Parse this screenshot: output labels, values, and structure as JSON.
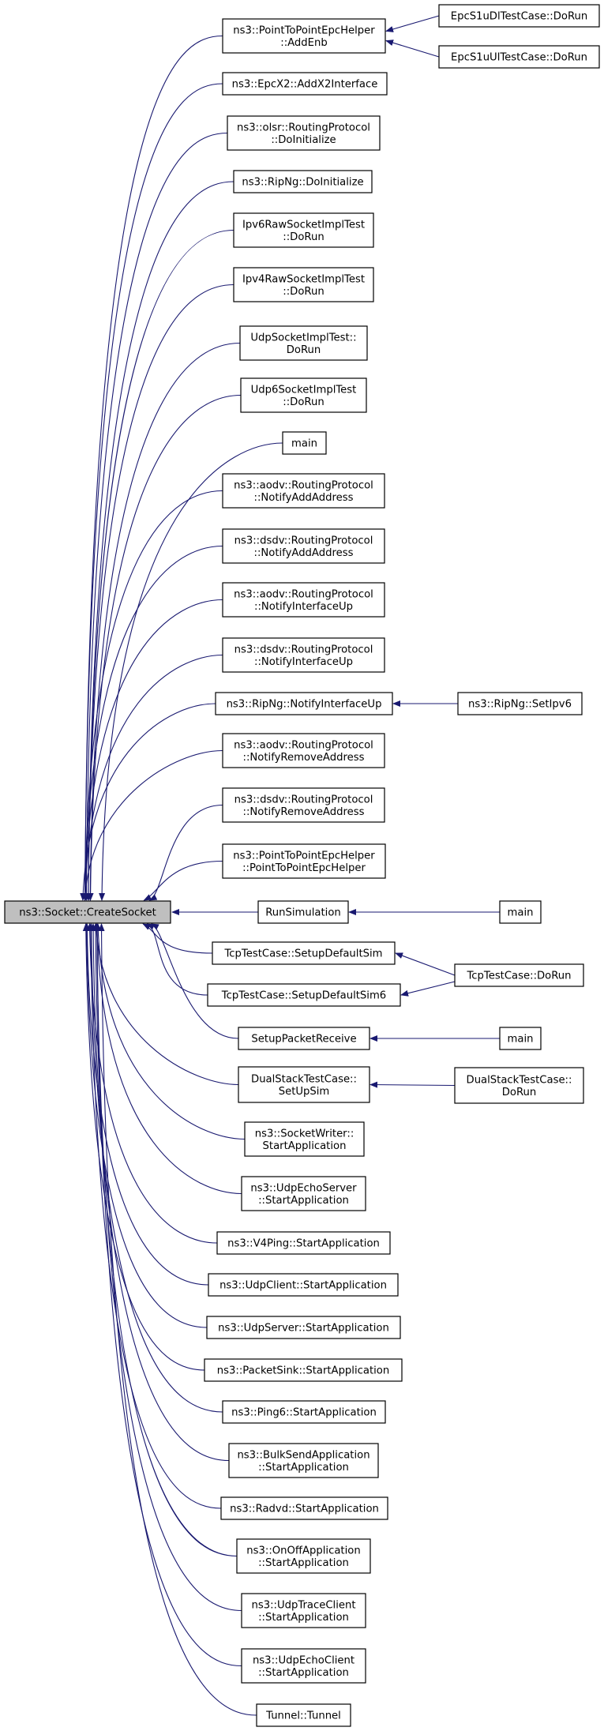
{
  "diagram": {
    "title": "",
    "root": {
      "id": "root",
      "lines": [
        "ns3::Socket::CreateSocket"
      ]
    },
    "callers": [
      {
        "id": "n_addenb",
        "lines": [
          "ns3::PointToPointEpcHelper",
          "::AddEnb"
        ]
      },
      {
        "id": "n_addx2",
        "lines": [
          "ns3::EpcX2::AddX2Interface"
        ]
      },
      {
        "id": "n_olsr",
        "lines": [
          "ns3::olsr::RoutingProtocol",
          "::DoInitialize"
        ]
      },
      {
        "id": "n_ripinit",
        "lines": [
          "ns3::RipNg::DoInitialize"
        ]
      },
      {
        "id": "n_ipv6raw",
        "lines": [
          "Ipv6RawSocketImplTest",
          "::DoRun"
        ]
      },
      {
        "id": "n_ipv4raw",
        "lines": [
          "Ipv4RawSocketImplTest",
          "::DoRun"
        ]
      },
      {
        "id": "n_udpsock",
        "lines": [
          "UdpSocketImplTest::",
          "DoRun"
        ]
      },
      {
        "id": "n_udp6sock",
        "lines": [
          "Udp6SocketImplTest",
          "::DoRun"
        ]
      },
      {
        "id": "n_main1",
        "lines": [
          "main"
        ]
      },
      {
        "id": "n_aodv_add",
        "lines": [
          "ns3::aodv::RoutingProtocol",
          "::NotifyAddAddress"
        ]
      },
      {
        "id": "n_dsdv_add",
        "lines": [
          "ns3::dsdv::RoutingProtocol",
          "::NotifyAddAddress"
        ]
      },
      {
        "id": "n_aodv_up",
        "lines": [
          "ns3::aodv::RoutingProtocol",
          "::NotifyInterfaceUp"
        ]
      },
      {
        "id": "n_dsdv_up",
        "lines": [
          "ns3::dsdv::RoutingProtocol",
          "::NotifyInterfaceUp"
        ]
      },
      {
        "id": "n_rip_up",
        "lines": [
          "ns3::RipNg::NotifyInterfaceUp"
        ]
      },
      {
        "id": "n_aodv_rm",
        "lines": [
          "ns3::aodv::RoutingProtocol",
          "::NotifyRemoveAddress"
        ]
      },
      {
        "id": "n_dsdv_rm",
        "lines": [
          "ns3::dsdv::RoutingProtocol",
          "::NotifyRemoveAddress"
        ]
      },
      {
        "id": "n_p2p_ctor",
        "lines": [
          "ns3::PointToPointEpcHelper",
          "::PointToPointEpcHelper"
        ]
      },
      {
        "id": "n_runsim",
        "lines": [
          "RunSimulation"
        ]
      },
      {
        "id": "n_tcp_sim",
        "lines": [
          "TcpTestCase::SetupDefaultSim"
        ]
      },
      {
        "id": "n_tcp_sim6",
        "lines": [
          "TcpTestCase::SetupDefaultSim6"
        ]
      },
      {
        "id": "n_setup_recv",
        "lines": [
          "SetupPacketReceive"
        ]
      },
      {
        "id": "n_dual_setup",
        "lines": [
          "DualStackTestCase::",
          "SetUpSim"
        ]
      },
      {
        "id": "n_sockwriter",
        "lines": [
          "ns3::SocketWriter::",
          "StartApplication"
        ]
      },
      {
        "id": "n_udpechoserver",
        "lines": [
          "ns3::UdpEchoServer",
          "::StartApplication"
        ]
      },
      {
        "id": "n_v4ping",
        "lines": [
          "ns3::V4Ping::StartApplication"
        ]
      },
      {
        "id": "n_udpclient",
        "lines": [
          "ns3::UdpClient::StartApplication"
        ]
      },
      {
        "id": "n_udpserver",
        "lines": [
          "ns3::UdpServer::StartApplication"
        ]
      },
      {
        "id": "n_packetsink",
        "lines": [
          "ns3::PacketSink::StartApplication"
        ]
      },
      {
        "id": "n_ping6",
        "lines": [
          "ns3::Ping6::StartApplication"
        ]
      },
      {
        "id": "n_bulksend",
        "lines": [
          "ns3::BulkSendApplication",
          "::StartApplication"
        ]
      },
      {
        "id": "n_radvd",
        "lines": [
          "ns3::Radvd::StartApplication"
        ]
      },
      {
        "id": "n_onoff",
        "lines": [
          "ns3::OnOffApplication",
          "::StartApplication"
        ]
      },
      {
        "id": "n_udptrace",
        "lines": [
          "ns3::UdpTraceClient",
          "::StartApplication"
        ]
      },
      {
        "id": "n_udpechoclient",
        "lines": [
          "ns3::UdpEchoClient",
          "::StartApplication"
        ]
      },
      {
        "id": "n_tunnel",
        "lines": [
          "Tunnel::Tunnel"
        ]
      }
    ],
    "secondary": [
      {
        "id": "s_epcdl",
        "lines": [
          "EpcS1uDlTestCase::DoRun"
        ],
        "calls": "n_addenb"
      },
      {
        "id": "s_epcul",
        "lines": [
          "EpcS1uUlTestCase::DoRun"
        ],
        "calls": "n_addenb"
      },
      {
        "id": "s_ripsetipv6",
        "lines": [
          "ns3::RipNg::SetIpv6"
        ],
        "calls": "n_rip_up"
      },
      {
        "id": "s_main2",
        "lines": [
          "main"
        ],
        "calls": "n_runsim"
      },
      {
        "id": "s_tcpdorun",
        "lines": [
          "TcpTestCase::DoRun"
        ],
        "calls": "n_tcp_sim"
      },
      {
        "id": "s_tcpdorun_b",
        "lines": [],
        "calls": "n_tcp_sim6",
        "ref": "s_tcpdorun"
      },
      {
        "id": "s_main3",
        "lines": [
          "main"
        ],
        "calls": "n_setup_recv"
      },
      {
        "id": "s_dualdorun",
        "lines": [
          "DualStackTestCase::",
          "DoRun"
        ],
        "calls": "n_dual_setup"
      }
    ],
    "colors": {
      "edge": "#191970",
      "root_fill": "#bfbfbf",
      "node_fill": "#ffffff",
      "border": "#000000"
    }
  }
}
